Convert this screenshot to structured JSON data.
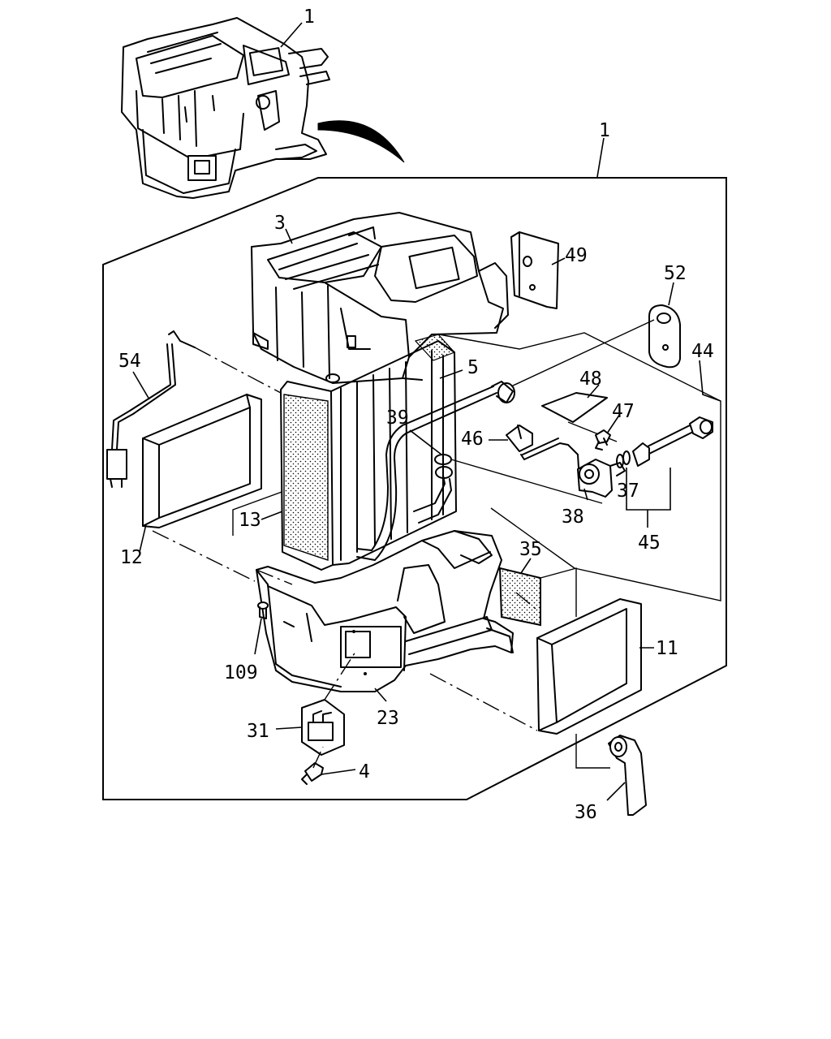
{
  "callouts": {
    "c1_top": "1",
    "c1_frame": "1",
    "c3": "3",
    "c49": "49",
    "c52": "52",
    "c44": "44",
    "c54": "54",
    "c5": "5",
    "c48": "48",
    "c47": "47",
    "c39": "39",
    "c46": "46",
    "c37": "37",
    "c38": "38",
    "c13": "13",
    "c45": "45",
    "c12": "12",
    "c35": "35",
    "c11": "11",
    "c109": "109",
    "c23": "23",
    "c31": "31",
    "c4": "4",
    "c36": "36"
  },
  "colors": {
    "line": "#000000",
    "background": "#ffffff"
  }
}
